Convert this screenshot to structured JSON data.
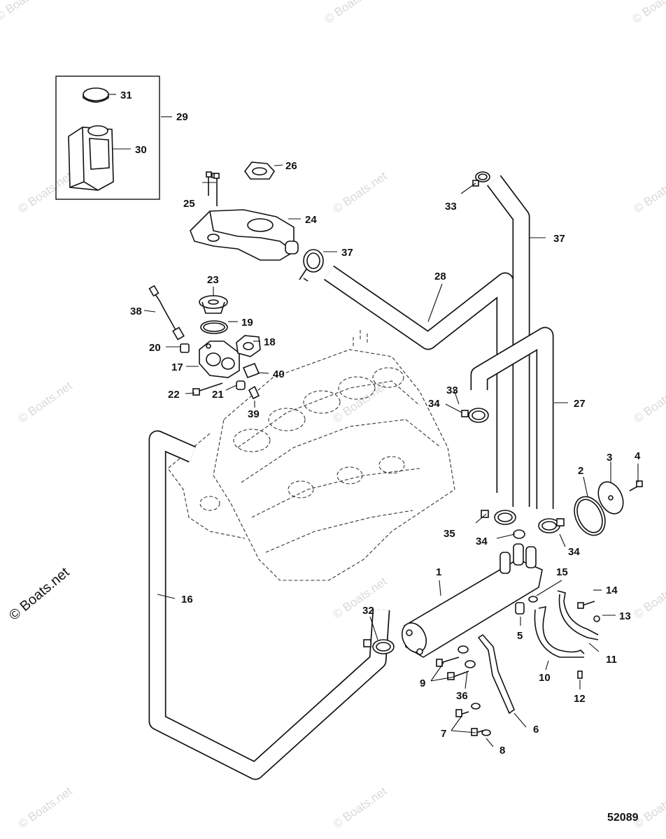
{
  "drawing_number": "52089",
  "watermark": "© Boats.net",
  "callouts": {
    "c1": "1",
    "c2": "2",
    "c3": "3",
    "c4": "4",
    "c5": "5",
    "c6": "6",
    "c7": "7",
    "c8": "8",
    "c9": "9",
    "c10": "10",
    "c11": "11",
    "c12": "12",
    "c13": "13",
    "c14": "14",
    "c15": "15",
    "c16": "16",
    "c17": "17",
    "c18": "18",
    "c19": "19",
    "c20": "20",
    "c21": "21",
    "c22": "22",
    "c23": "23",
    "c24": "24",
    "c25": "25",
    "c26": "26",
    "c27": "27",
    "c28": "28",
    "c29": "29",
    "c30": "30",
    "c31": "31",
    "c32": "32",
    "c33": "33",
    "c34": "34",
    "c35": "35",
    "c36": "36",
    "c37": "37",
    "c38": "38",
    "c39": "39",
    "c40": "40"
  }
}
